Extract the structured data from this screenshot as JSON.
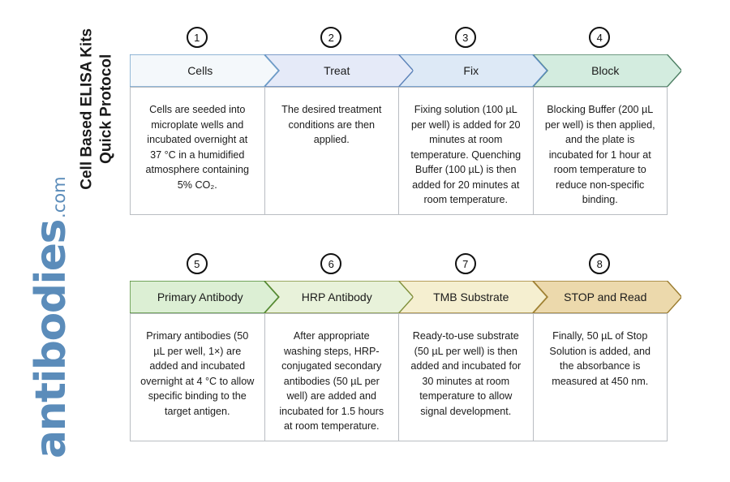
{
  "side_title": {
    "line1": "Cell Based ELISA Kits",
    "line2": "Quick Protocol"
  },
  "logo": {
    "word": "antibodies",
    "tld": ".com",
    "color": "#5b8cba"
  },
  "rows": [
    {
      "steps": [
        {
          "number": "1",
          "label": "Cells",
          "body": "Cells are seeded into microplate wells and incubated overnight at 37 °C in a humidified atmosphere containing 5% CO₂.",
          "fill": "#f4f8fb",
          "stroke": "#6f9fc9"
        },
        {
          "number": "2",
          "label": "Treat",
          "body": "The desired treatment conditions are then applied.",
          "fill": "#e5eaf8",
          "stroke": "#5b82b8"
        },
        {
          "number": "3",
          "label": "Fix",
          "body": "Fixing solution (100 µL per well) is added for 20 minutes at room temperature. Quenching Buffer (100 µL) is then added for 20 minutes at room temperature.",
          "fill": "#dde9f6",
          "stroke": "#5b8cc0"
        },
        {
          "number": "4",
          "label": "Block",
          "body": "Blocking Buffer (200 µL per well) is then applied, and the plate is incubated for 1 hour at room temperature to reduce non-specific binding.",
          "fill": "#d3ecdf",
          "stroke": "#4d7f63"
        }
      ]
    },
    {
      "steps": [
        {
          "number": "5",
          "label": "Primary Antibody",
          "body": "Primary antibodies (50 µL per well, 1×) are added and incubated overnight at 4 °C to allow specific binding to the target antigen.",
          "fill": "#dcefd4",
          "stroke": "#4f8a33"
        },
        {
          "number": "6",
          "label": "HRP Antibody",
          "body": "After appropriate washing steps, HRP-conjugated secondary antibodies (50 µL per well) are added and incubated for 1.5 hours at room temperature.",
          "fill": "#e8f2da",
          "stroke": "#7f8f3a"
        },
        {
          "number": "7",
          "label": "TMB Substrate",
          "body": "Ready-to-use substrate (50 µL per well) is then added and incubated for 30 minutes at room temperature to allow signal development.",
          "fill": "#f5efd0",
          "stroke": "#a08233"
        },
        {
          "number": "8",
          "label": "STOP and Read",
          "body": "Finally, 50 µL of Stop Solution is added, and the absorbance is measured at 450 nm.",
          "fill": "#ecd9ac",
          "stroke": "#9a7b2f"
        }
      ]
    }
  ]
}
